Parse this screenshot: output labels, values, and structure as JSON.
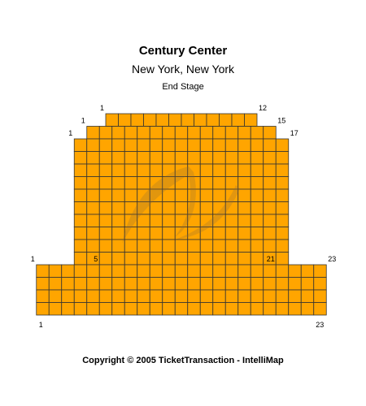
{
  "venue": {
    "name": "Century Center",
    "location": "New York, New York",
    "stage": "End Stage"
  },
  "seat_color": "#FFA500",
  "grid_color": "#333333",
  "sections": [
    {
      "rows": 1,
      "seats": 12,
      "first_label": "1",
      "last_label": "12"
    },
    {
      "rows": 1,
      "seats": 15,
      "first_label": "1",
      "last_label": "15"
    },
    {
      "rows": 10,
      "seats": 17,
      "first_label": "1",
      "last_label": "17"
    },
    {
      "rows": 4,
      "seats": 23,
      "first_label": "1",
      "last_label": "23",
      "mid_labels": [
        "5",
        "21"
      ]
    }
  ],
  "bottom_labels": {
    "left": "1",
    "right": "23"
  },
  "watermark_icon": "ticket-transaction-swirl-icon",
  "copyright": "Copyright © 2005 TicketTransaction - IntelliMap"
}
